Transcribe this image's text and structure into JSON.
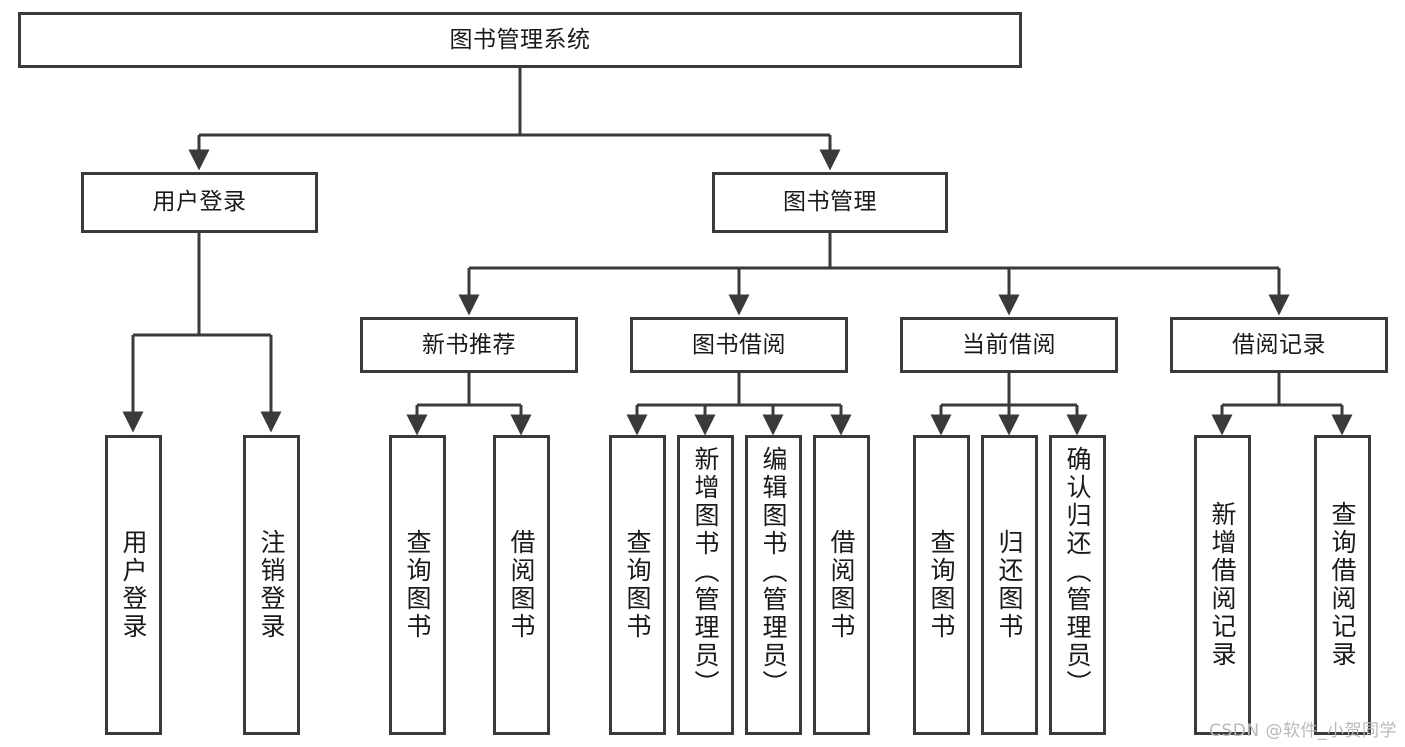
{
  "diagram": {
    "type": "tree",
    "title_node": {
      "label": "图书管理系统"
    },
    "level1": [
      {
        "label": "用户登录"
      },
      {
        "label": "图书管理"
      }
    ],
    "level2": [
      {
        "label": "新书推荐"
      },
      {
        "label": "图书借阅"
      },
      {
        "label": "当前借阅"
      },
      {
        "label": "借阅记录"
      }
    ],
    "leaves": {
      "user_login": [
        {
          "label": "用户登录"
        },
        {
          "label": "注销登录"
        }
      ],
      "new_book_recommend": [
        {
          "label": "查询图书"
        },
        {
          "label": "借阅图书"
        }
      ],
      "book_borrow": [
        {
          "label": "查询图书"
        },
        {
          "label": "新增图书（管理员）"
        },
        {
          "label": "编辑图书（管理员）"
        },
        {
          "label": "借阅图书"
        }
      ],
      "current_borrow": [
        {
          "label": "查询图书"
        },
        {
          "label": "归还图书"
        },
        {
          "label": "确认归还（管理员）"
        }
      ],
      "borrow_record": [
        {
          "label": "新增借阅记录"
        },
        {
          "label": "查询借阅记录"
        }
      ]
    },
    "watermark": "CSDN @软件_小贺同学",
    "colors": {
      "stroke": "#3a3a3a",
      "text": "#1a1a1a",
      "background": "#ffffff",
      "watermark": "#b9b9b9"
    }
  }
}
